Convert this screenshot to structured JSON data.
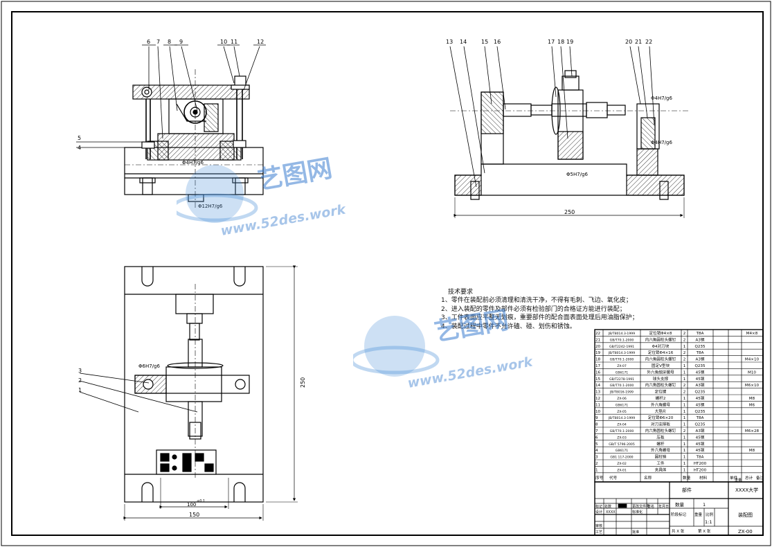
{
  "balloons_top_left": [
    "6",
    "7",
    "8",
    "9",
    "10",
    "11",
    "12",
    "5",
    "4"
  ],
  "balloons_top_right": [
    "13",
    "14",
    "15",
    "16",
    "17",
    "18",
    "19",
    "20",
    "21",
    "22"
  ],
  "balloons_bottom": [
    "3",
    "2",
    "1"
  ],
  "dims": {
    "fit_4h7": "Φ4H7/g6",
    "fit_12h7": "Φ12H7/g6",
    "fit_4h7_right_a": "Φ4H7/g6",
    "fit_4h7_right_b": "Φ4H7/g6",
    "fit_5h7": "Φ5H7/g6",
    "fit_6h7": "Φ6H7/g6",
    "len_250_right": "250",
    "len_250_vert": "250",
    "len_150": "150",
    "len_100": "100",
    "tol_100": "+0.1"
  },
  "tech": {
    "title": "技术要求",
    "lines": [
      "1、零件在装配前必须清理和清洗干净，不得有毛刺、飞边、氧化皮；",
      "2、进入装配的零件及部件必须有检验部门的合格证方能进行装配；",
      "3、工件表面应平整无划痕，重要部件的配合面表面处理后用油脂保护；",
      "4、装配过程中零件不允许磕、碰、划伤和锈蚀。"
    ]
  },
  "watermark": {
    "brand": "艺图网",
    "url": "www.52des.work"
  },
  "bom": [
    {
      "no": "22",
      "code": "JB/T8014.3-1999",
      "name": "定位销Φ4×8",
      "qty": "2",
      "mat": "T8A",
      "note": "M4×8"
    },
    {
      "no": "21",
      "code": "GB/T70.1-2000",
      "name": "内六角圆柱头螺钉",
      "qty": "2",
      "mat": "A3钢",
      "note": ""
    },
    {
      "no": "20",
      "code": "GB/T2242-1991",
      "name": "Φ4对刀块",
      "qty": "1",
      "mat": "Q235",
      "note": ""
    },
    {
      "no": "19",
      "code": "JB/T8014.3-1999",
      "name": "定位销Φ4×16",
      "qty": "2",
      "mat": "T8A",
      "note": ""
    },
    {
      "no": "18",
      "code": "GB/T70.1-2000",
      "name": "内六角圆柱头螺钉",
      "qty": "2",
      "mat": "A3钢",
      "note": "M4×10"
    },
    {
      "no": "17",
      "code": "ZX-07",
      "name": "固定V型块",
      "qty": "1",
      "mat": "Q235",
      "note": ""
    },
    {
      "no": "16",
      "code": "GB6171",
      "name": "外六角细牙螺母",
      "qty": "1",
      "mat": "45钢",
      "note": "M10"
    },
    {
      "no": "15",
      "code": "GB/T2278-1991",
      "name": "球头支撑",
      "qty": "1",
      "mat": "45钢",
      "note": ""
    },
    {
      "no": "14",
      "code": "GB/T70.1-2000",
      "name": "内六角圆柱头螺钉",
      "qty": "2",
      "mat": "A3钢",
      "note": "M6×10"
    },
    {
      "no": "13",
      "code": "JB/T8016-1999",
      "name": "定位键",
      "qty": "2",
      "mat": "Q235",
      "note": ""
    },
    {
      "no": "12",
      "code": "ZX-06",
      "name": "螺杆2",
      "qty": "1",
      "mat": "45钢",
      "note": "M8"
    },
    {
      "no": "11",
      "code": "GB6171",
      "name": "外六角螺母",
      "qty": "1",
      "mat": "45钢",
      "note": "M6"
    },
    {
      "no": "10",
      "code": "ZX-05",
      "name": "大垫片",
      "qty": "1",
      "mat": "Q235",
      "note": ""
    },
    {
      "no": "9",
      "code": "JB/T8014.3-1999",
      "name": "定位销Φ6×20",
      "qty": "1",
      "mat": "T8A",
      "note": ""
    },
    {
      "no": "8",
      "code": "ZX-04",
      "name": "对刀支撑板",
      "qty": "1",
      "mat": "Q235",
      "note": ""
    },
    {
      "no": "7",
      "code": "GB/T70.1-2000",
      "name": "内六角圆柱头螺钉",
      "qty": "2",
      "mat": "A3钢",
      "note": "M6×28"
    },
    {
      "no": "6",
      "code": "ZX-03",
      "name": "压板",
      "qty": "1",
      "mat": "45钢",
      "note": ""
    },
    {
      "no": "5",
      "code": "GB/T 5796-2005",
      "name": "螺杆",
      "qty": "1",
      "mat": "45钢",
      "note": ""
    },
    {
      "no": "4",
      "code": "GB6171",
      "name": "外六角螺母",
      "qty": "1",
      "mat": "45钢",
      "note": "M8"
    },
    {
      "no": "3",
      "code": "GB1 117-2000",
      "name": "圆柱销",
      "qty": "1",
      "mat": "T8A",
      "note": ""
    },
    {
      "no": "2",
      "code": "ZX-02",
      "name": "工件",
      "qty": "1",
      "mat": "HT200",
      "note": ""
    },
    {
      "no": "1",
      "code": "ZX-01",
      "name": "夹具体",
      "qty": "1",
      "mat": "HT200",
      "note": ""
    }
  ],
  "bom_header": {
    "no": "序号",
    "code": "代号",
    "name": "名称",
    "qty": "数量",
    "mat": "材料",
    "unit": "单件",
    "total": "总计",
    "weight": "重量",
    "note": "备注"
  },
  "title_block": {
    "part": "部件",
    "school": "XXXX大学",
    "drawing": "装配图",
    "code": "ZX-00",
    "qty_label": "数量",
    "qty": "1",
    "scale_label": "比例",
    "scale": "1:1",
    "weight_label": "重量",
    "stage_label": "阶段标记",
    "design_label": "设计",
    "designer": "XXXX",
    "std_label": "标准化",
    "review_label": "审核",
    "process_label": "工艺",
    "approve_label": "批准",
    "sheet": "共 X 张",
    "sheet_no": "第 X 张",
    "sign_label": "签名",
    "date_label": "年月日",
    "mark_label": "标记",
    "count_label": "处数",
    "zone_label": "分区",
    "change_label": "更改文件号"
  }
}
